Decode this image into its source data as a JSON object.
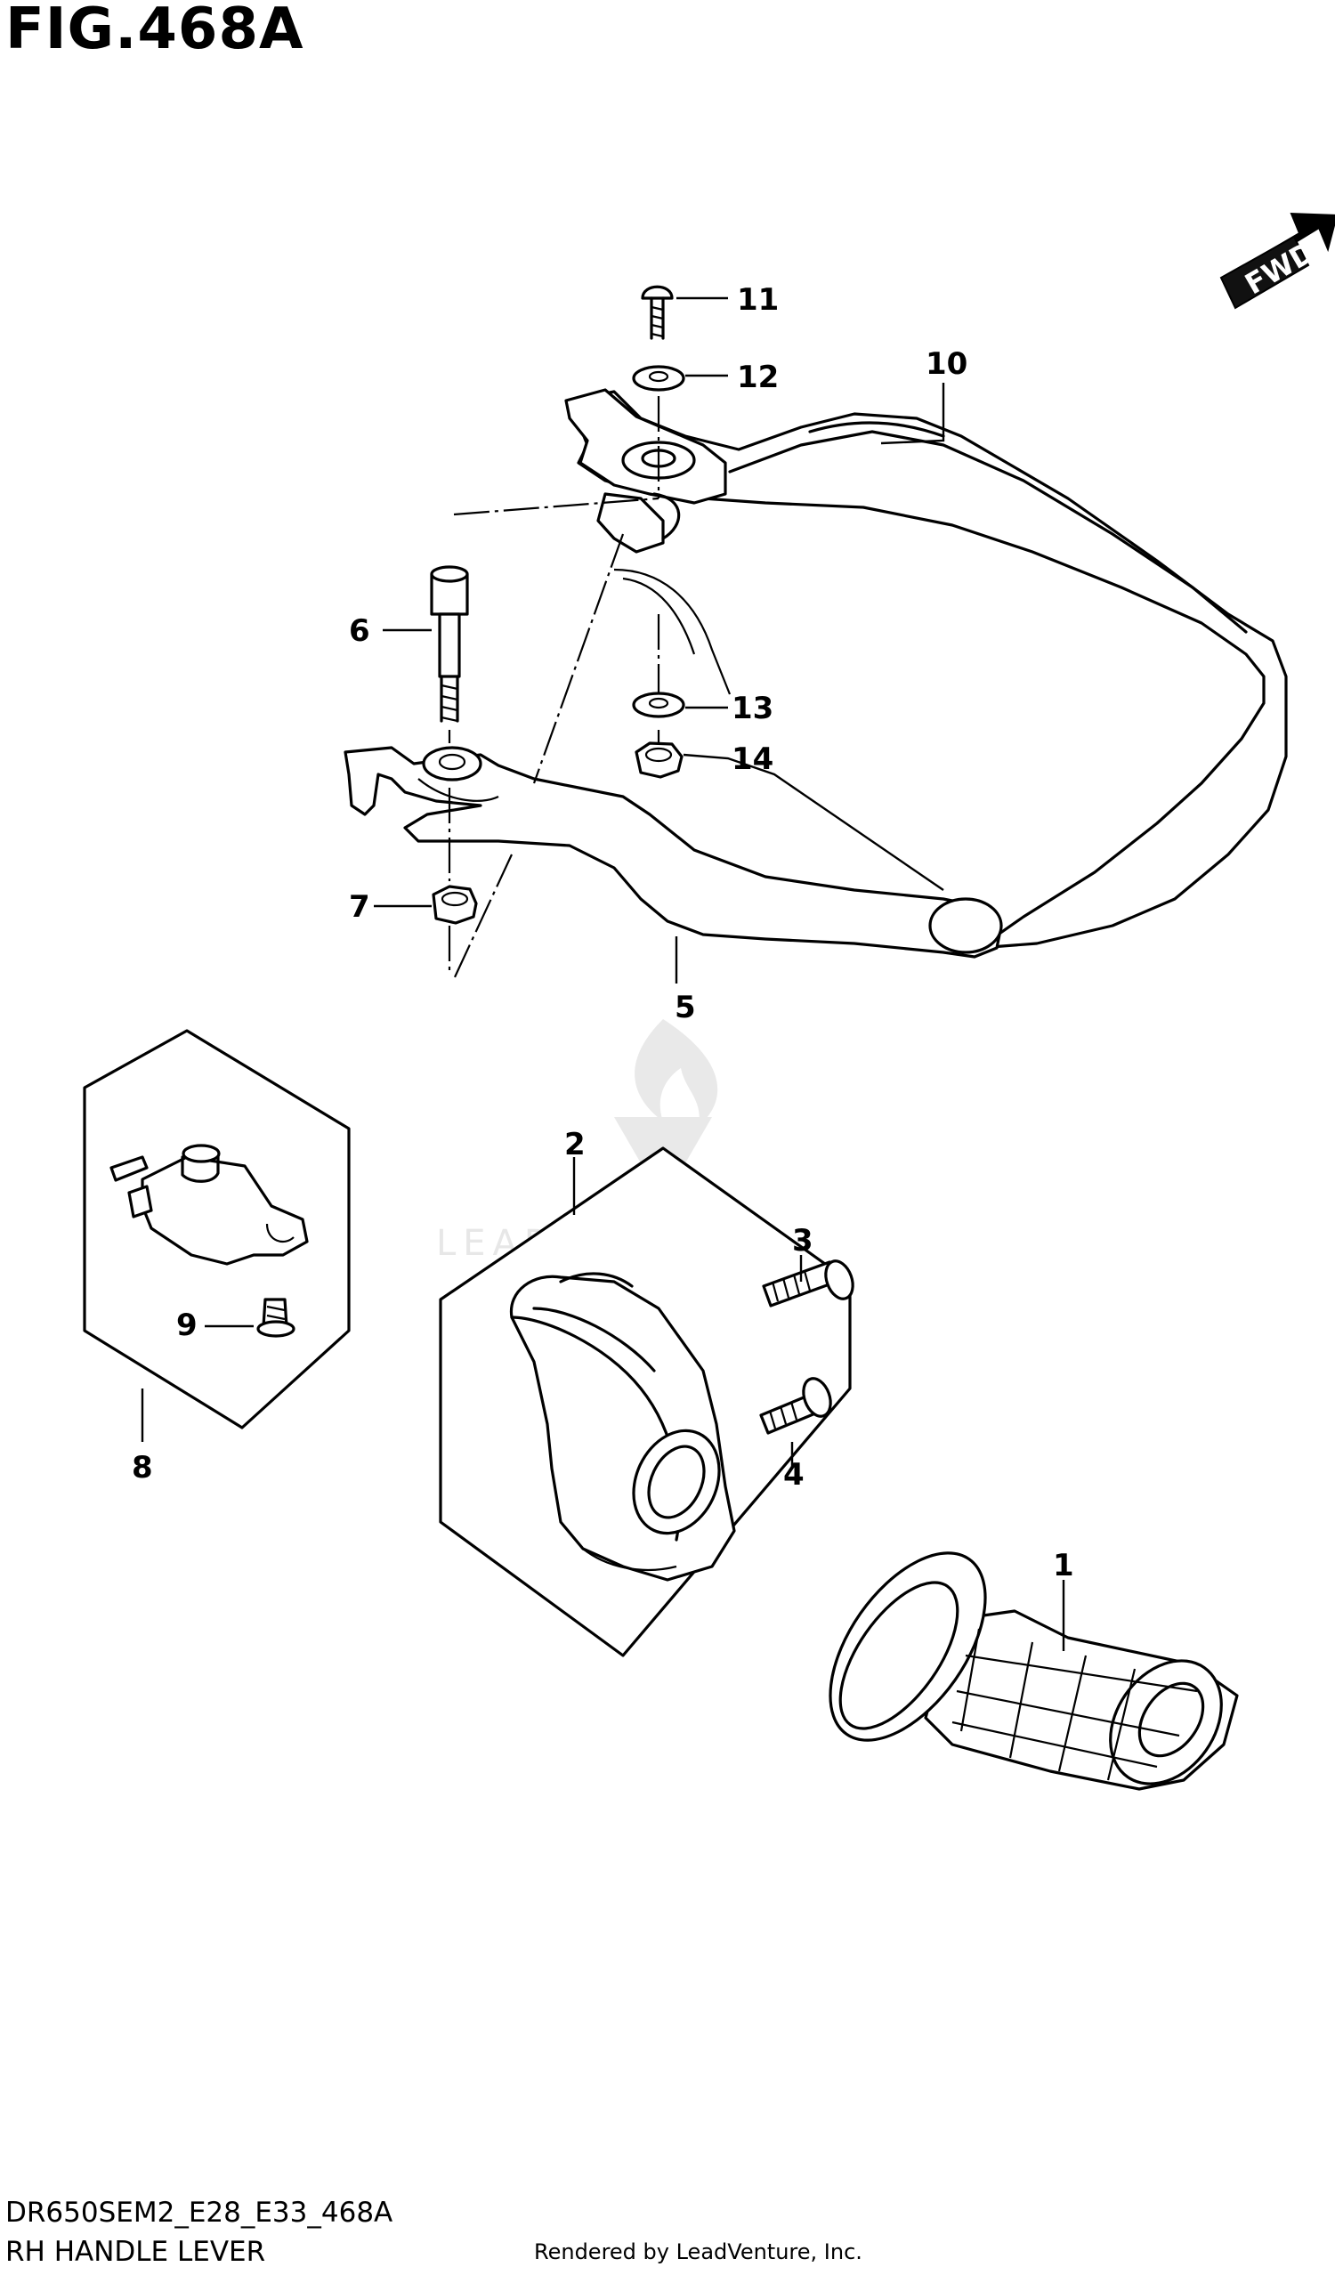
{
  "figure": {
    "title": "FIG.468A",
    "code": "DR650SEM2_E28_E33_468A",
    "name": "RH HANDLE LEVER",
    "rendered_by": "Rendered by LeadVenture, Inc.",
    "watermark": "LEADVENTURE",
    "direction_label": "FWD"
  },
  "callouts": [
    {
      "id": "1"
    },
    {
      "id": "2"
    },
    {
      "id": "3"
    },
    {
      "id": "4"
    },
    {
      "id": "5"
    },
    {
      "id": "6"
    },
    {
      "id": "7"
    },
    {
      "id": "8"
    },
    {
      "id": "9"
    },
    {
      "id": "10"
    },
    {
      "id": "11"
    },
    {
      "id": "12"
    },
    {
      "id": "13"
    },
    {
      "id": "14"
    }
  ]
}
